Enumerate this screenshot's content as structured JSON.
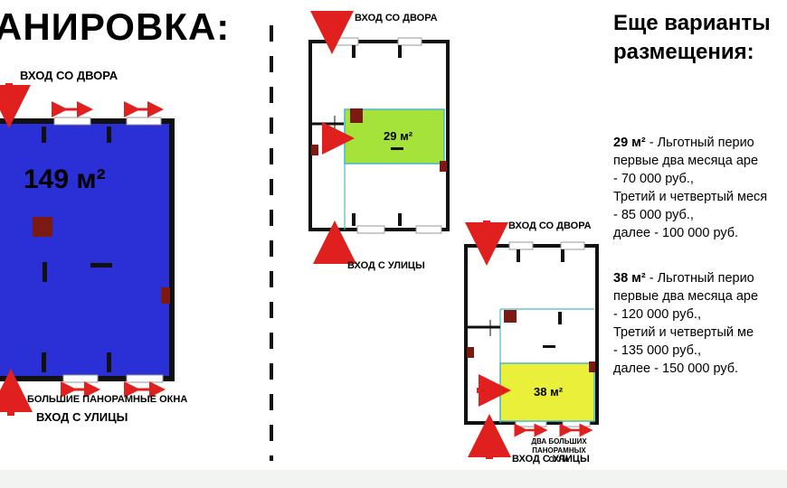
{
  "page_title": "АНИРОВКА:",
  "plan_large": {
    "area": "149 м²",
    "entrance_top": "ВХОД СО ДВОРА",
    "windows": "БОЛЬШИЕ ПАНОРАМНЫЕ ОКНА",
    "entrance_bottom": "ВХОД С УЛИЦЫ",
    "fill_color": "#2b2fd6"
  },
  "plan_29": {
    "area": "29 м²",
    "entrance_top": "ВХОД СО ДВОРА",
    "entrance_bottom": "ВХОД С УЛИЦЫ",
    "fill_color": "#a5e23a"
  },
  "plan_38": {
    "area": "38 м²",
    "entrance_top": "ВХОД СО ДВОРА",
    "windows_line1": "ДВА БОЛЬШИХ ПАНОРАМНЫХ",
    "windows_line2": "ОКНА",
    "entrance_bottom": "ВХОД С УЛИЦЫ",
    "fill_color": "#eaf03a"
  },
  "side_panel": {
    "title_line1": "Еще варианты",
    "title_line2": "размещения:",
    "offer_29": {
      "size": "29 м²",
      "line1_rest": " - Льготный перио",
      "line2": "первые два месяца аре",
      "line3": "- 70 000 руб.,",
      "line4": "Третий и четвертый меся",
      "line5": "- 85 000 руб.,",
      "line6": "далее - 100 000 руб."
    },
    "offer_38": {
      "size": "38 м²",
      "line1_rest": " - Льготный перио",
      "line2": "первые два месяца аре",
      "line3": "- 120 000 руб.,",
      "line4": "Третий и четвертый ме",
      "line5": "- 135 000 руб.,",
      "line6": "далее - 150 000 руб."
    }
  },
  "colors": {
    "arrow": "#e0201e",
    "wall": "#111111",
    "column": "#7a1a12",
    "divider": "#111111"
  }
}
